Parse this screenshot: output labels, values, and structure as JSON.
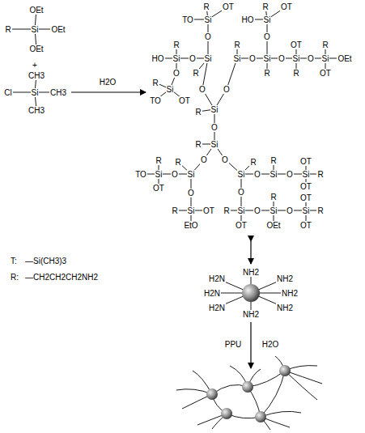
{
  "diagram": {
    "labels": [
      "OEt",
      "R",
      "Si",
      "OEt",
      "OEt",
      "+",
      "CH3",
      "Cl",
      "Si",
      "CH3",
      "CH3",
      "H2O",
      "T:",
      "—Si(CH3)3",
      "R:",
      "—CH2CH2CH2NH2",
      "R",
      "OT",
      "TO",
      "Si",
      "O",
      "Si",
      "O",
      "Si",
      "HO",
      "R",
      "R",
      "O",
      "Si",
      "R",
      "TO",
      "OT",
      "O",
      "R",
      "OT",
      "HO",
      "Si",
      "O",
      "Si",
      "O",
      "Si",
      "R",
      "O",
      "O",
      "Si",
      "OT",
      "R",
      "O",
      "Si",
      "R",
      "OEt",
      "OT",
      "R",
      "Si",
      "R",
      "O",
      "Si",
      "R",
      "O",
      "O",
      "Si",
      "R",
      "O",
      "Si",
      "R",
      "TO",
      "OT",
      "O",
      "Si",
      "R",
      "EtO",
      "OT",
      "Si",
      "R",
      "O",
      "Si",
      "R",
      "O",
      "Si",
      "OEt",
      "OT",
      "O",
      "Si",
      "R",
      "O",
      "Si",
      "R",
      "OT",
      "OT",
      "R",
      "O",
      "Si",
      "R",
      "OT",
      "OT",
      "H2N",
      "NH2",
      "NH2",
      "H2N",
      "NH2",
      "H2N",
      "NH2",
      "NH2",
      "PPU",
      "H2O"
    ]
  }
}
